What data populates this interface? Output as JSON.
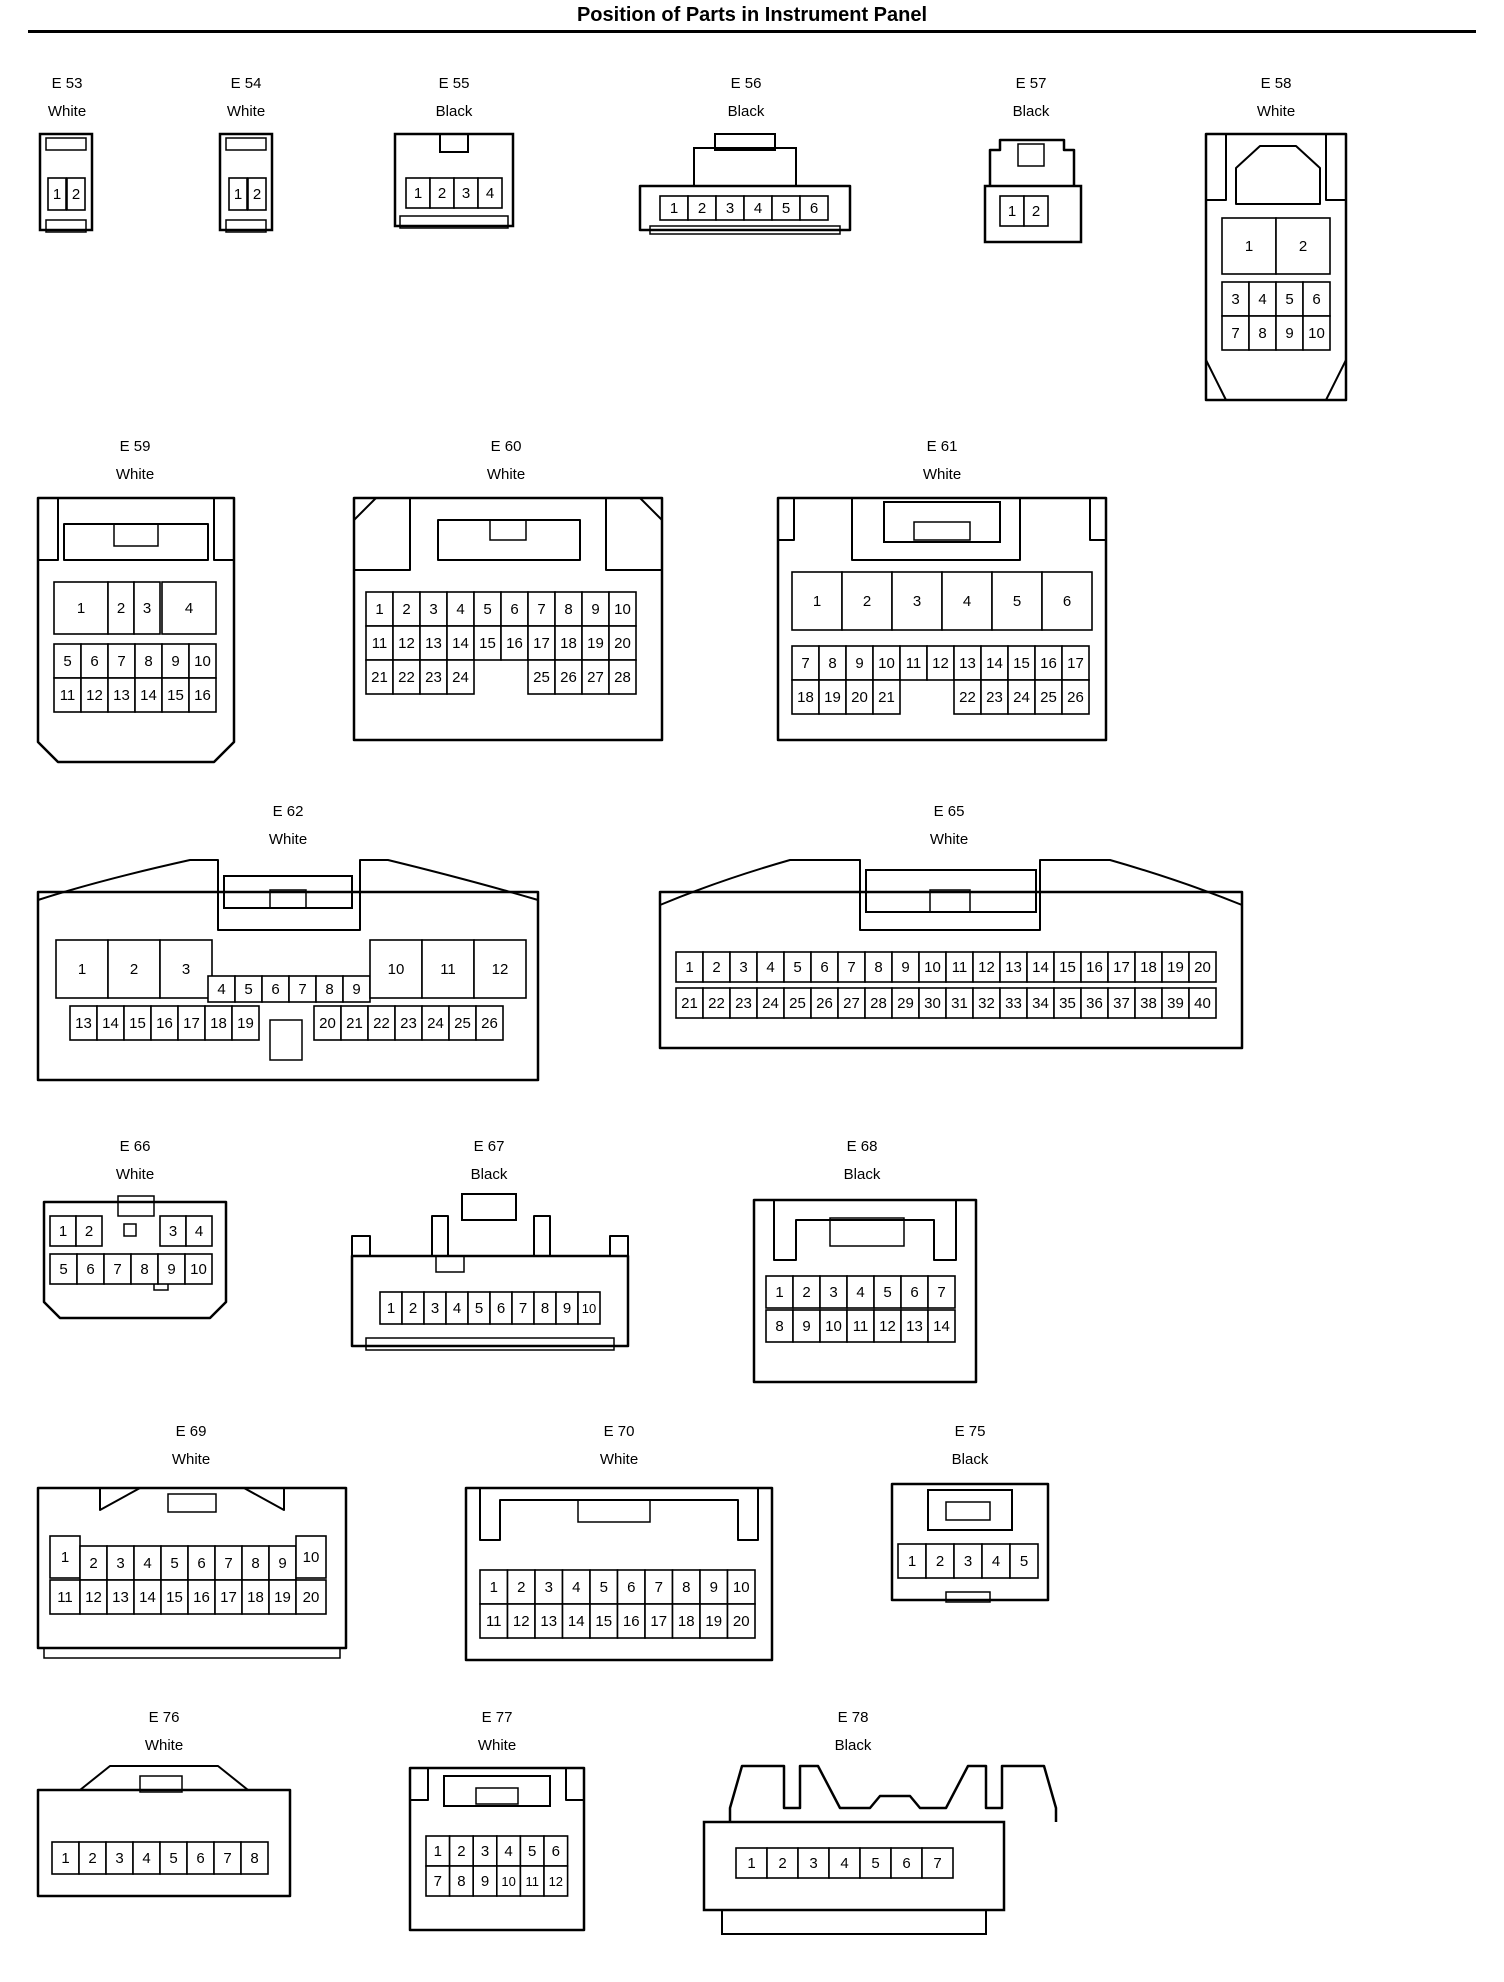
{
  "title": "Position of Parts in Instrument Panel",
  "connectors": [
    {
      "id": "E53",
      "code": "E 53",
      "color": "White",
      "rows": [
        [
          "1",
          "2"
        ]
      ]
    },
    {
      "id": "E54",
      "code": "E 54",
      "color": "White",
      "rows": [
        [
          "1",
          "2"
        ]
      ]
    },
    {
      "id": "E55",
      "code": "E 55",
      "color": "Black",
      "rows": [
        [
          "1",
          "2",
          "3",
          "4"
        ]
      ]
    },
    {
      "id": "E56",
      "code": "E 56",
      "color": "Black",
      "rows": [
        [
          "1",
          "2",
          "3",
          "4",
          "5",
          "6"
        ]
      ]
    },
    {
      "id": "E57",
      "code": "E 57",
      "color": "Black",
      "rows": [
        [
          "1",
          "2"
        ]
      ]
    },
    {
      "id": "E58",
      "code": "E 58",
      "color": "White",
      "rows": [
        [
          "1",
          "2"
        ],
        [
          "3",
          "4",
          "5",
          "6"
        ],
        [
          "7",
          "8",
          "9",
          "10"
        ]
      ]
    },
    {
      "id": "E59",
      "code": "E 59",
      "color": "White",
      "rows": [
        [
          "1",
          "2",
          "3",
          "4"
        ],
        [
          "5",
          "6",
          "7",
          "8",
          "9",
          "10"
        ],
        [
          "11",
          "12",
          "13",
          "14",
          "15",
          "16"
        ]
      ]
    },
    {
      "id": "E60",
      "code": "E 60",
      "color": "White",
      "rows": [
        [
          "1",
          "2",
          "3",
          "4",
          "5",
          "6",
          "7",
          "8",
          "9",
          "10"
        ],
        [
          "11",
          "12",
          "13",
          "14",
          "15",
          "16",
          "17",
          "18",
          "19",
          "20"
        ],
        [
          "21",
          "22",
          "23",
          "24",
          "25",
          "26",
          "27",
          "28"
        ]
      ]
    },
    {
      "id": "E61",
      "code": "E 61",
      "color": "White",
      "rows": [
        [
          "1",
          "2",
          "3",
          "4",
          "5",
          "6"
        ],
        [
          "7",
          "8",
          "9",
          "10",
          "11",
          "12",
          "13",
          "14",
          "15",
          "16",
          "17"
        ],
        [
          "18",
          "19",
          "20",
          "21",
          "22",
          "23",
          "24",
          "25",
          "26"
        ]
      ]
    },
    {
      "id": "E62",
      "code": "E 62",
      "color": "White",
      "rows": [
        [
          "1",
          "2",
          "3",
          "4",
          "5",
          "6",
          "7",
          "8",
          "9",
          "10",
          "11",
          "12"
        ],
        [
          "13",
          "14",
          "15",
          "16",
          "17",
          "18",
          "19",
          "20",
          "21",
          "22",
          "23",
          "24",
          "25",
          "26"
        ]
      ]
    },
    {
      "id": "E65",
      "code": "E 65",
      "color": "White",
      "rows": [
        [
          "1",
          "2",
          "3",
          "4",
          "5",
          "6",
          "7",
          "8",
          "9",
          "10",
          "11",
          "12",
          "13",
          "14",
          "15",
          "16",
          "17",
          "18",
          "19",
          "20"
        ],
        [
          "21",
          "22",
          "23",
          "24",
          "25",
          "26",
          "27",
          "28",
          "29",
          "30",
          "31",
          "32",
          "33",
          "34",
          "35",
          "36",
          "37",
          "38",
          "39",
          "40"
        ]
      ]
    },
    {
      "id": "E66",
      "code": "E 66",
      "color": "White",
      "rows": [
        [
          "1",
          "2",
          "3",
          "4"
        ],
        [
          "5",
          "6",
          "7",
          "8",
          "9",
          "10"
        ]
      ]
    },
    {
      "id": "E67",
      "code": "E 67",
      "color": "Black",
      "rows": [
        [
          "1",
          "2",
          "3",
          "4",
          "5",
          "6",
          "7",
          "8",
          "9",
          "10"
        ]
      ]
    },
    {
      "id": "E68",
      "code": "E 68",
      "color": "Black",
      "rows": [
        [
          "1",
          "2",
          "3",
          "4",
          "5",
          "6",
          "7"
        ],
        [
          "8",
          "9",
          "10",
          "11",
          "12",
          "13",
          "14"
        ]
      ]
    },
    {
      "id": "E69",
      "code": "E 69",
      "color": "White",
      "rows": [
        [
          "1",
          "2",
          "3",
          "4",
          "5",
          "6",
          "7",
          "8",
          "9",
          "10"
        ],
        [
          "11",
          "12",
          "13",
          "14",
          "15",
          "16",
          "17",
          "18",
          "19",
          "20"
        ]
      ]
    },
    {
      "id": "E70",
      "code": "E 70",
      "color": "White",
      "rows": [
        [
          "1",
          "2",
          "3",
          "4",
          "5",
          "6",
          "7",
          "8",
          "9",
          "10"
        ],
        [
          "11",
          "12",
          "13",
          "14",
          "15",
          "16",
          "17",
          "18",
          "19",
          "20"
        ]
      ]
    },
    {
      "id": "E75",
      "code": "E 75",
      "color": "Black",
      "rows": [
        [
          "1",
          "2",
          "3",
          "4",
          "5"
        ]
      ]
    },
    {
      "id": "E76",
      "code": "E 76",
      "color": "White",
      "rows": [
        [
          "1",
          "2",
          "3",
          "4",
          "5",
          "6",
          "7",
          "8"
        ]
      ]
    },
    {
      "id": "E77",
      "code": "E 77",
      "color": "White",
      "rows": [
        [
          "1",
          "2",
          "3",
          "4",
          "5",
          "6"
        ],
        [
          "7",
          "8",
          "9",
          "10",
          "11",
          "12"
        ]
      ]
    },
    {
      "id": "E78",
      "code": "E 78",
      "color": "Black",
      "rows": [
        [
          "1",
          "2",
          "3",
          "4",
          "5",
          "6",
          "7"
        ]
      ]
    }
  ]
}
